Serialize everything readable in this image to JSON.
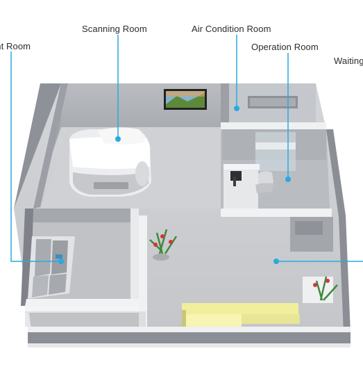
{
  "labels": {
    "equipment": "ment Room",
    "scanning": "Scanning Room",
    "aircon": "Air Condition Room",
    "operation": "Operation Room",
    "waiting": "Waiting"
  },
  "colors": {
    "callout": "#29a9e0",
    "floor": "#c9cbcf",
    "wall_top": "#e9eaec",
    "wall_side": "#9fa2a8",
    "wall_front": "#8b8e94",
    "bench": "#f3f0a8"
  }
}
